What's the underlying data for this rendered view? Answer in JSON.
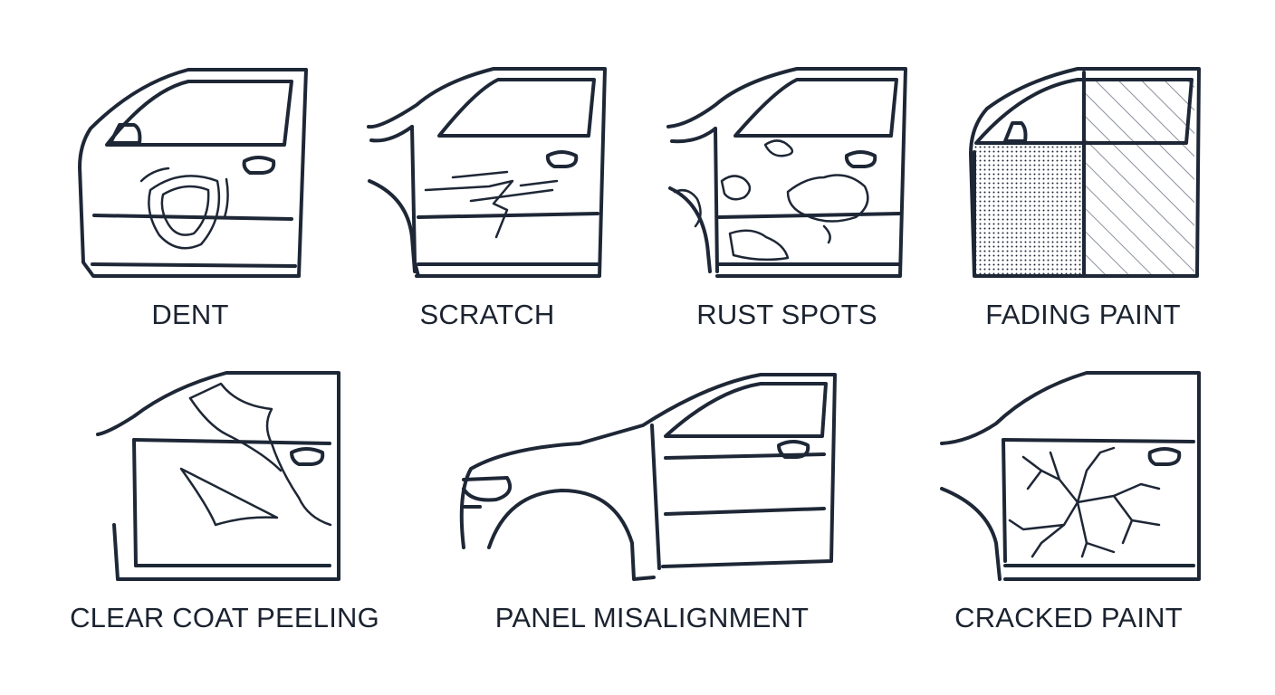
{
  "items": [
    {
      "label": "DENT"
    },
    {
      "label": "SCRATCH"
    },
    {
      "label": "RUST SPOTS"
    },
    {
      "label": "FADING PAINT"
    },
    {
      "label": "CLEAR COAT PEELING"
    },
    {
      "label": "PANEL MISALIGNMENT"
    },
    {
      "label": "CRACKED PAINT"
    }
  ],
  "colors": {
    "line": "#1e2736",
    "text": "#1b2330",
    "background": "#ffffff"
  },
  "icons": [
    "dent-icon",
    "scratch-icon",
    "rust-spots-icon",
    "fading-paint-icon",
    "clear-coat-peeling-icon",
    "panel-misalignment-icon",
    "cracked-paint-icon"
  ]
}
